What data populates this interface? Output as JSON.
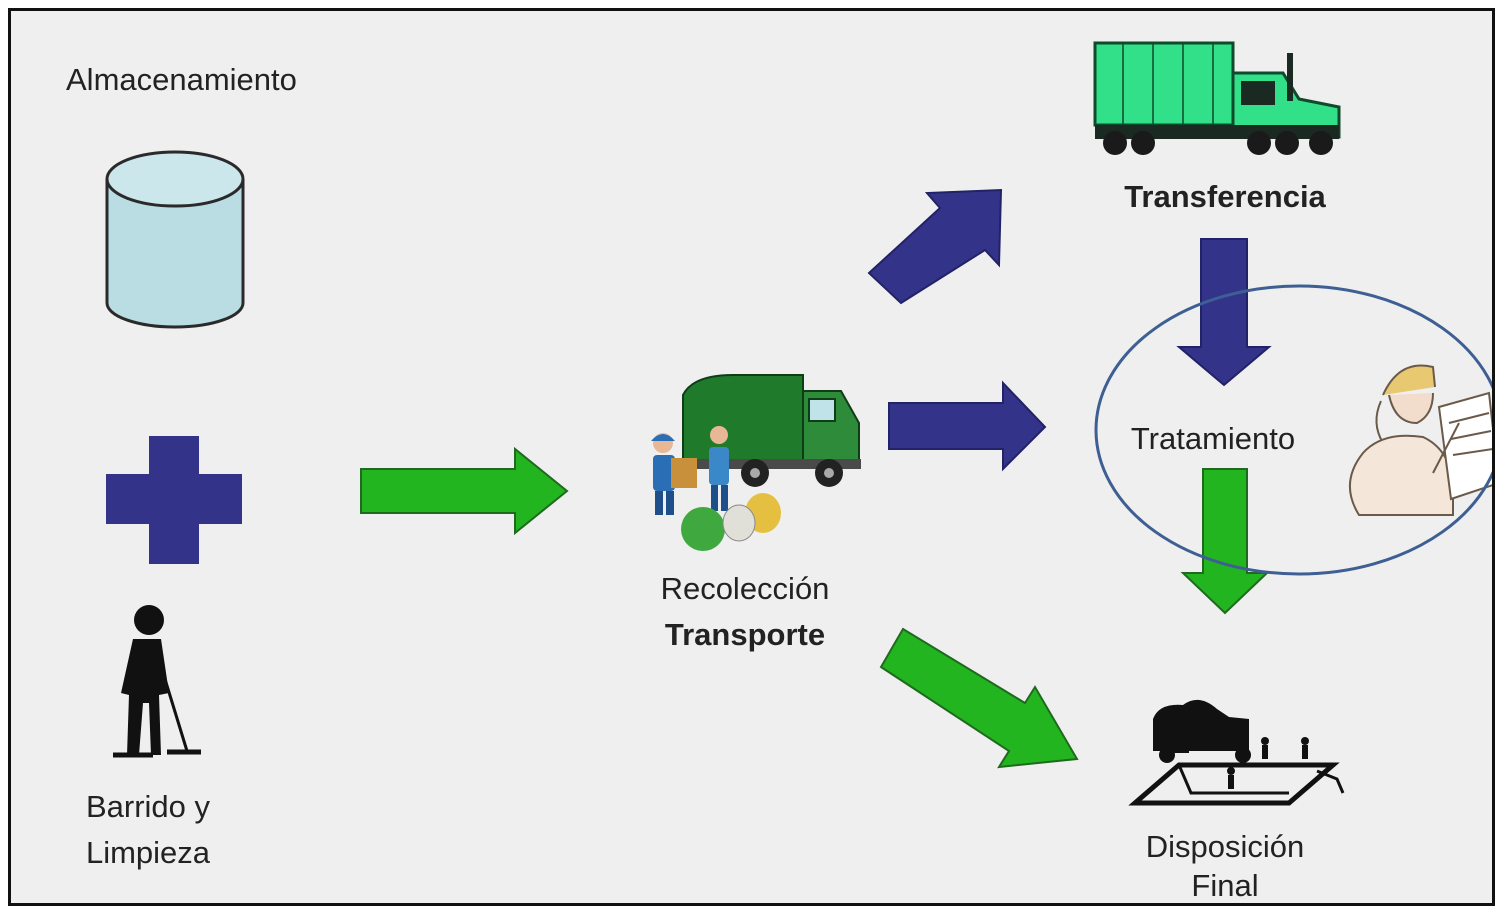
{
  "stages": {
    "storage": "Almacenamiento",
    "sweeping_line1": "Barrido y",
    "sweeping_line2": "Limpieza",
    "collection_line1": "Recolección",
    "collection_line2": "Transporte",
    "transfer": "Transferencia",
    "treatment": "Tratamiento",
    "disposal_line1": "Disposición",
    "disposal_line2": "Final"
  },
  "colors": {
    "blue_arrow": "#33338a",
    "green_arrow": "#22b51f",
    "highlight_ellipse": "#3e5f93",
    "cylinder": "#b9dde3",
    "background": "#efefef"
  },
  "icons": [
    "storage-cylinder-icon",
    "plus-icon",
    "sweeper-person-icon",
    "garbage-truck-icon",
    "semi-truck-icon",
    "engineer-icon",
    "landfill-icon"
  ]
}
